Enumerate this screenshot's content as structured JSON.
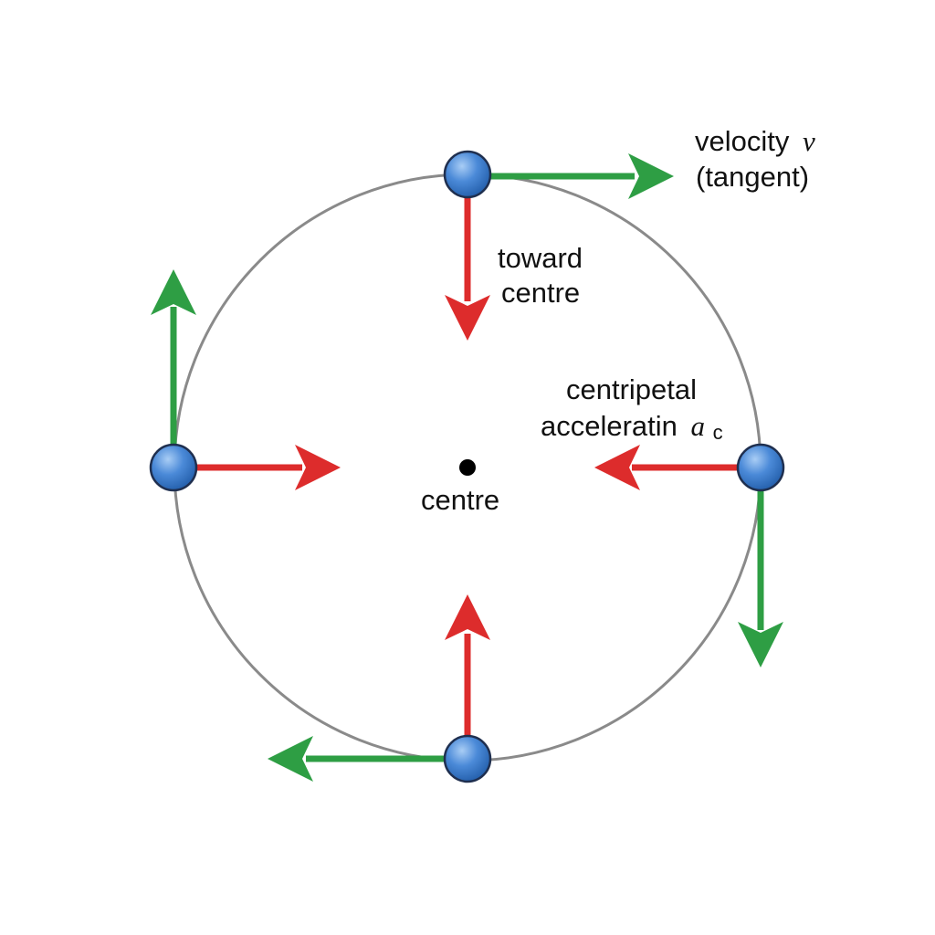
{
  "labels": {
    "velocity_line1": "velocity",
    "velocity_symbol": "v",
    "velocity_line2": "(tangent)",
    "toward_line1": "toward",
    "toward_line2": "centre",
    "centripetal_line1": "centripetal",
    "centripetal_line2": "acceleratin",
    "acc_symbol": "a",
    "acc_subscript": "c",
    "centre_label": "centre"
  },
  "colors": {
    "velocity_arrow": "#2e9e44",
    "acceleration_arrow": "#dd2c2c",
    "orbit_circle": "#8a8a8a",
    "ball_fill": "#3f7fcf",
    "ball_stroke": "#1f2f4f",
    "centre_dot": "#000000"
  },
  "positions_on_orbit": [
    "top",
    "right",
    "bottom",
    "left"
  ],
  "motion_direction": "clockwise"
}
